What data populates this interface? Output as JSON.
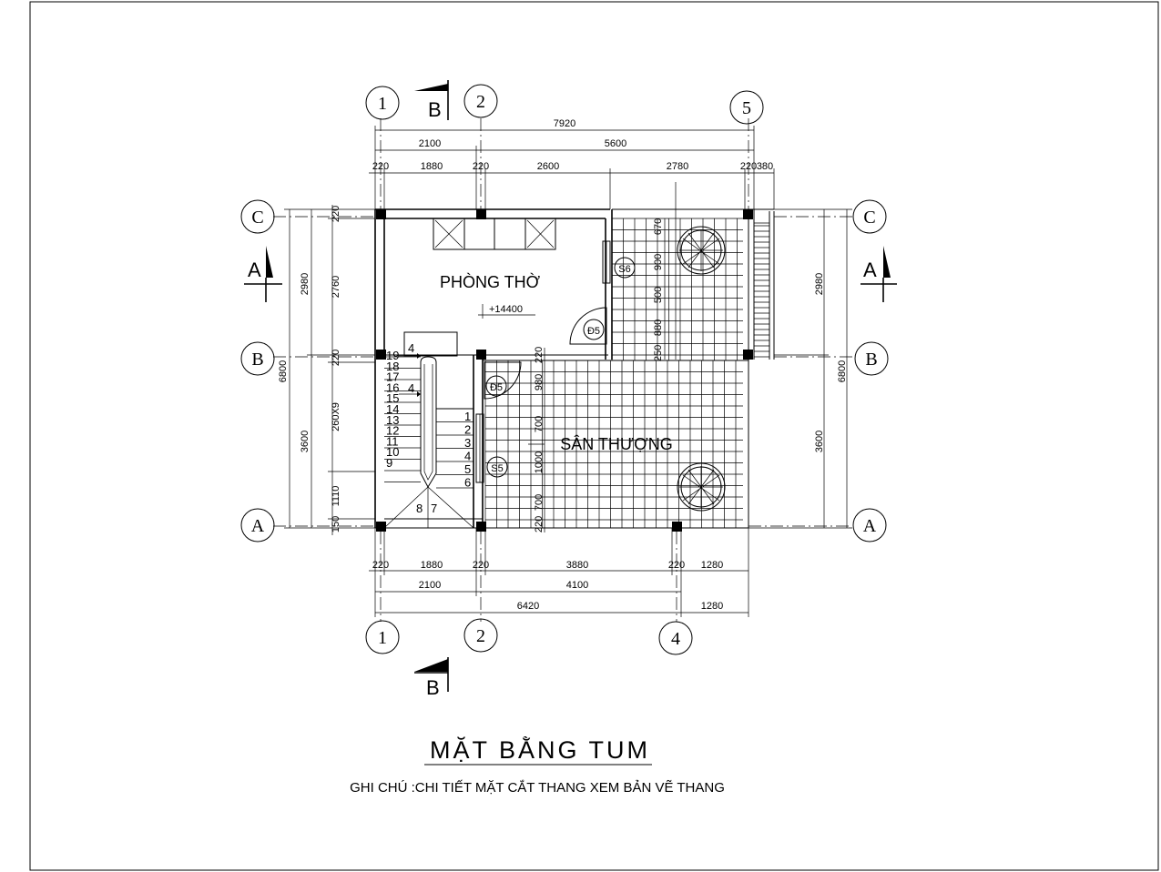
{
  "drawing": {
    "title": "MẶT BẰNG TUM",
    "note": "GHI CHÚ :CHI TIẾT MẶT CẮT THANG XEM BẢN VẼ THANG"
  },
  "rooms": {
    "altar_room": "PHÒNG THỜ",
    "level": "+14400",
    "terrace": "SÂN THƯỢNG"
  },
  "doors": {
    "d5_top": "Đ5",
    "d5_left": "Đ5"
  },
  "windows": {
    "s6": "S6",
    "s5": "S5"
  },
  "grid_axes": {
    "top": [
      "1",
      "2",
      "5"
    ],
    "bottom": [
      "1",
      "2",
      "4"
    ],
    "left": [
      "C",
      "B",
      "A"
    ],
    "right": [
      "C",
      "B",
      "A"
    ]
  },
  "section_marks": {
    "b_top": "B",
    "b_bottom": "B",
    "a_left": "A",
    "a_right": "A"
  },
  "dimensions": {
    "top_total": "7920",
    "top_bays": [
      "2100",
      "5600"
    ],
    "top_detail": [
      "220",
      "1880",
      "220",
      "2600",
      "2780",
      "220",
      "380"
    ],
    "bottom_detail": [
      "220",
      "1880",
      "220",
      "3880",
      "220",
      "1280"
    ],
    "bottom_bays": [
      "2100",
      "4100"
    ],
    "bottom_total": "6420",
    "bottom_extra": "1280",
    "left_total": "6800",
    "left_bays": [
      "2980",
      "3600"
    ],
    "left_detail": [
      "220",
      "2760",
      "220",
      "260X9",
      "1110",
      "150"
    ],
    "right_total": "6800",
    "right_bays": [
      "2980",
      "3600"
    ],
    "inner_top": [
      "670",
      "900",
      "500",
      "880",
      "250"
    ],
    "inner_terrace": [
      "220",
      "980",
      "700",
      "1000",
      "700",
      "220"
    ]
  },
  "stairs": {
    "left_flight": [
      "19",
      "18",
      "17",
      "16",
      "15",
      "14",
      "13",
      "12",
      "11",
      "10",
      "9"
    ],
    "right_flight": [
      "1",
      "2",
      "3",
      "4",
      "5",
      "6"
    ],
    "landing": [
      "8",
      "7"
    ],
    "arrow_labels": [
      "4",
      "4"
    ]
  }
}
